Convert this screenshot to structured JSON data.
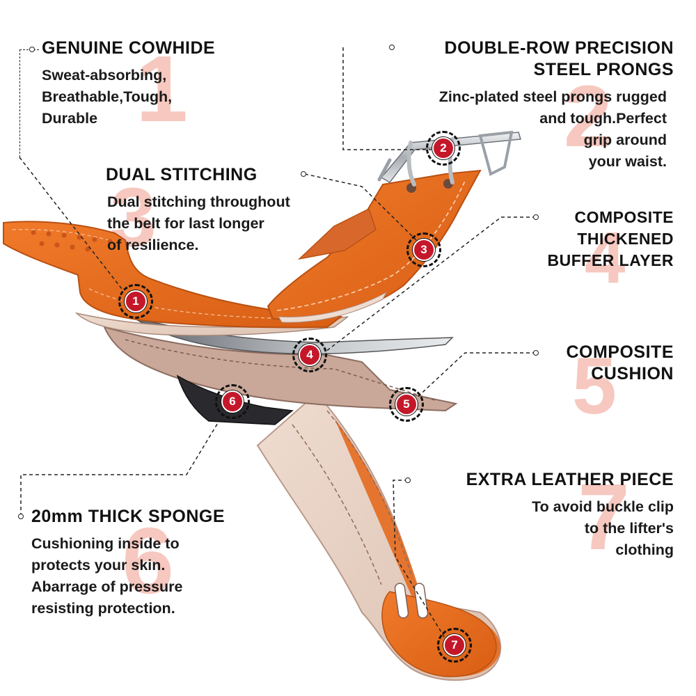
{
  "features": [
    {
      "number": "1",
      "title": "GENUINE COWHIDE",
      "desc": [
        "Sweat-absorbing,",
        "Breathable,Tough,",
        "Durable"
      ]
    },
    {
      "number": "2",
      "title": [
        "DOUBLE-ROW PRECISION",
        "STEEL PRONGS"
      ],
      "desc": [
        "Zinc-plated steel prongs rugged",
        "and tough.Perfect",
        "grip around",
        "your waist."
      ]
    },
    {
      "number": "3",
      "title": "DUAL STITCHING",
      "desc": [
        "Dual stitching throughout",
        "the belt for last longer",
        "of resilience."
      ]
    },
    {
      "number": "4",
      "title": [
        "COMPOSITE",
        "THICKENED",
        "BUFFER LAYER"
      ],
      "desc": []
    },
    {
      "number": "5",
      "title": [
        "COMPOSITE",
        "CUSHION"
      ],
      "desc": []
    },
    {
      "number": "6",
      "title": "20mm THICK SPONGE",
      "desc": [
        "Cushioning inside to",
        "protects your skin.",
        "Abarrage of pressure",
        "resisting protection."
      ]
    },
    {
      "number": "7",
      "title": "EXTRA LEATHER PIECE",
      "desc": [
        "To avoid buckle clip",
        "to the lifter's",
        "clothing"
      ]
    }
  ],
  "colors": {
    "leather_orange": "#e46a1e",
    "leather_cream": "#e9d4c6",
    "suede_tan": "#c9aa9c",
    "black_sponge": "#2a2a2e",
    "buffer_grey": "#b8bcc0",
    "steel": "#c9ccd0",
    "marker_red": "#c4182a",
    "ghost_number": "#f6c8bf",
    "text": "#111111"
  }
}
